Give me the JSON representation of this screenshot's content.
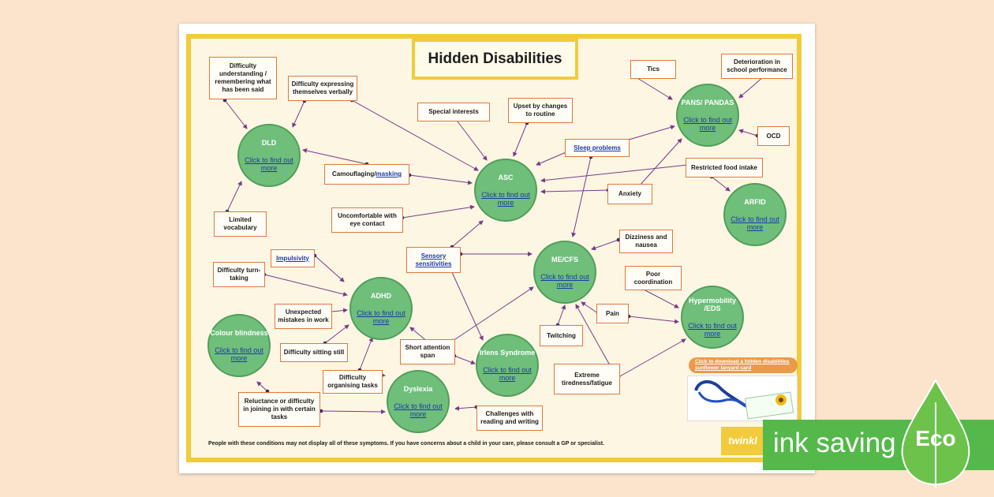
{
  "title": "Hidden Disabilities",
  "link_text": "Click to find out more",
  "circles": {
    "dld": "DLD",
    "asc": "ASC",
    "pans": "PANS/ PANDAS",
    "arfid": "ARFID",
    "mecfs": "ME/CFS",
    "adhd": "ADHD",
    "colour": "Colour blindness",
    "irlens": "Irlens Syndrome",
    "hyper": "Hypermobility /EDS",
    "dyslexia": "Dyslexia"
  },
  "boxes": {
    "diff_understanding": "Difficulty understanding / remembering what has been said",
    "diff_expressing": "Difficulty expressing themselves verbally",
    "limited_vocab": "Limited vocabulary",
    "special_interests": "Special interests",
    "upset_changes": "Upset by changes to routine",
    "sleep_problems": "Sleep problems",
    "camouflaging_prefix": "Camouflaging/",
    "masking": "masking",
    "uncomfortable_eye": "Uncomfortable with eye contact",
    "tics": "Tics",
    "deterioration": "Deterioration in school performance",
    "ocd": "OCD",
    "restricted_food": "Restricted food intake",
    "anxiety": "Anxiety",
    "dizziness": "Dizziness and nausea",
    "poor_coord": "Poor coordination",
    "pain": "Pain",
    "sensory": "Sensory sensitivities",
    "impulsivity": "Impulsivity",
    "turn_taking": "Difficulty turn-taking",
    "unexpected_mistakes": "Unexpected mistakes in work",
    "diff_sitting": "Difficulty sitting still",
    "short_attention": "Short attention span",
    "twitching": "Twitching",
    "extreme_tiredness": "Extreme tiredness/fatigue",
    "diff_organising": "Difficulty organising tasks",
    "reluctance": "Reluctance or difficulty in joining in with certain tasks",
    "challenges_reading": "Challenges with reading and writing"
  },
  "footer": "People with these conditions may not display all of these symptoms. If you have concerns about a child in your care, please consult a GP or specialist.",
  "lanyard_link": "Click to download a hidden disabilities sunflower lanyard card",
  "brand": "twinkl",
  "eco_banner": {
    "text": "ink saving",
    "badge": "Eco"
  },
  "colors": {
    "circle": "#6fbe7a",
    "box_border": "#e0773a",
    "frame": "#f1cb3b",
    "eco": "#54b94a",
    "line": "#7a3a8a"
  }
}
